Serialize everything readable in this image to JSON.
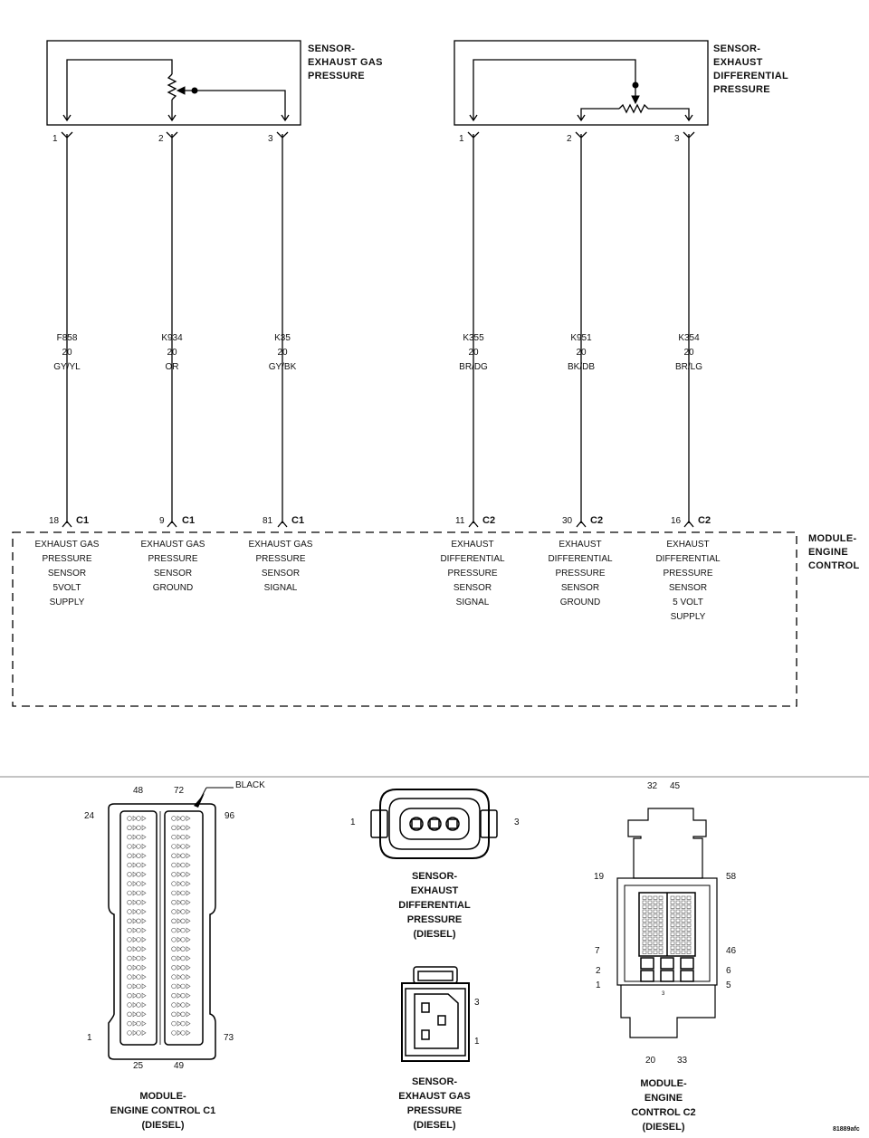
{
  "sensors": [
    {
      "name_lines": [
        "SENSOR-",
        "EXHAUST GAS",
        "PRESSURE"
      ],
      "pins": [
        "1",
        "2",
        "3"
      ]
    },
    {
      "name_lines": [
        "SENSOR-",
        "EXHAUST",
        "DIFFERENTIAL",
        "PRESSURE"
      ],
      "pins": [
        "1",
        "2",
        "3"
      ]
    }
  ],
  "wires": [
    {
      "circuit": "F858",
      "gauge": "20",
      "color": "GY/YL",
      "cav": "18",
      "conn": "C1",
      "function_lines": [
        "EXHAUST GAS",
        "PRESSURE",
        "SENSOR",
        "5VOLT",
        "SUPPLY"
      ]
    },
    {
      "circuit": "K934",
      "gauge": "20",
      "color": "OR",
      "cav": "9",
      "conn": "C1",
      "function_lines": [
        "EXHAUST GAS",
        "PRESSURE",
        "SENSOR",
        "GROUND"
      ]
    },
    {
      "circuit": "K35",
      "gauge": "20",
      "color": "GY/BK",
      "cav": "81",
      "conn": "C1",
      "function_lines": [
        "EXHAUST GAS",
        "PRESSURE",
        "SENSOR",
        "SIGNAL"
      ]
    },
    {
      "circuit": "K355",
      "gauge": "20",
      "color": "BR/DG",
      "cav": "11",
      "conn": "C2",
      "function_lines": [
        "EXHAUST",
        "DIFFERENTIAL",
        "PRESSURE",
        "SENSOR",
        "SIGNAL"
      ]
    },
    {
      "circuit": "K951",
      "gauge": "20",
      "color": "BK/DB",
      "cav": "30",
      "conn": "C2",
      "function_lines": [
        "EXHAUST",
        "DIFFERENTIAL",
        "PRESSURE",
        "SENSOR",
        "GROUND"
      ]
    },
    {
      "circuit": "K354",
      "gauge": "20",
      "color": "BR/LG",
      "cav": "16",
      "conn": "C2",
      "function_lines": [
        "EXHAUST",
        "DIFFERENTIAL",
        "PRESSURE",
        "SENSOR",
        "5 VOLT",
        "SUPPLY"
      ]
    }
  ],
  "module": {
    "name_lines": [
      "MODULE-",
      "ENGINE",
      "CONTROL"
    ]
  },
  "connectors": {
    "c1": {
      "pins": {
        "top_left": "48",
        "top_right": "72",
        "left_top": "24",
        "right_top": "96",
        "left_bottom": "1",
        "right_bottom": "73",
        "bottom_left": "25",
        "bottom_right": "49"
      },
      "color_callout": "BLACK",
      "title_lines": [
        "MODULE-",
        "ENGINE CONTROL C1",
        "(DIESEL)"
      ]
    },
    "diff_sensor": {
      "pins": {
        "left": "1",
        "right": "3"
      },
      "title_lines": [
        "SENSOR-",
        "EXHAUST",
        "DIFFERENTIAL",
        "PRESSURE",
        "(DIESEL)"
      ]
    },
    "gas_sensor": {
      "pins": {
        "top": "3",
        "bottom": "1"
      },
      "title_lines": [
        "SENSOR-",
        "EXHAUST GAS",
        "PRESSURE",
        "(DIESEL)"
      ]
    },
    "c2": {
      "pins": {
        "top_left": "32",
        "top_right": "45",
        "left_upper": "19",
        "right_upper": "58",
        "left_mid": "7",
        "right_mid": "46",
        "left_low1": "2",
        "right_low1": "6",
        "left_low2": "1",
        "right_low2": "5",
        "center_low": "3",
        "bottom_left": "20",
        "bottom_right": "33"
      },
      "title_lines": [
        "MODULE-",
        "ENGINE",
        "CONTROL C2",
        "(DIESEL)"
      ]
    }
  },
  "figure_id": "81889afc"
}
